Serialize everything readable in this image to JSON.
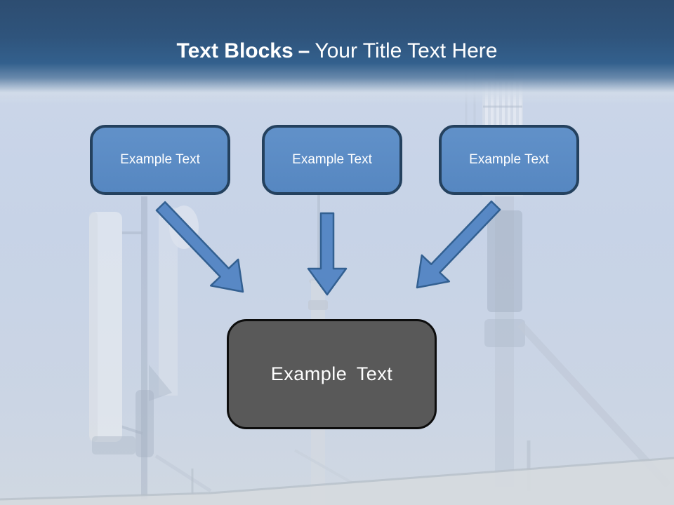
{
  "slide": {
    "header": {
      "title_bold": "Text Blocks",
      "title_dash": "–",
      "title_regular": "Your Title Text Here"
    },
    "source_blocks": [
      {
        "label": "Example Text"
      },
      {
        "label": "Example Text"
      },
      {
        "label": "Example Text"
      }
    ],
    "target_block": {
      "label": "Example Text"
    },
    "background": {
      "description": "faded photo of cellular antenna masts on a rooftop against a pale blue sky"
    },
    "colors": {
      "header_top": "#2d4d71",
      "header_mid": "#33608d",
      "sky": "#c9d4e6",
      "block_fill": "#5a8cc6",
      "block_border": "#24415e",
      "block_text": "#ffffff",
      "arrow_fill": "#5486c4",
      "arrow_border": "#2e5c8e",
      "target_fill": "#595959",
      "target_border": "#0d0d0d",
      "target_text": "#ffffff"
    }
  }
}
